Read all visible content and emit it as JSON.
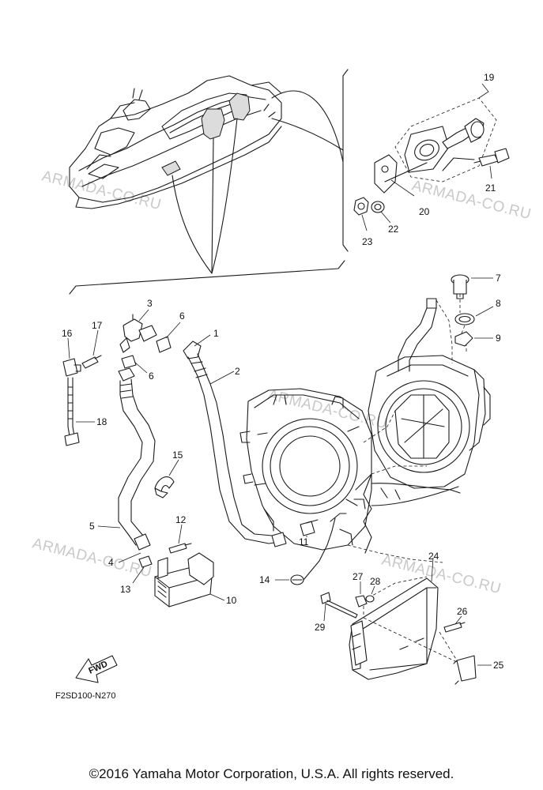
{
  "watermark": "ARMADA-CO.RU",
  "diagram_code": "F2SD100-N270",
  "fwd_label": "FWD",
  "copyright": "©2016 Yamaha Motor Corporation, U.S.A. All rights reserved.",
  "callouts": [
    "1",
    "2",
    "3",
    "4",
    "5",
    "6",
    "6",
    "7",
    "8",
    "9",
    "10",
    "11",
    "12",
    "13",
    "14",
    "15",
    "16",
    "17",
    "18",
    "19",
    "20",
    "21",
    "22",
    "23",
    "24",
    "25",
    "26",
    "27",
    "28",
    "29"
  ]
}
